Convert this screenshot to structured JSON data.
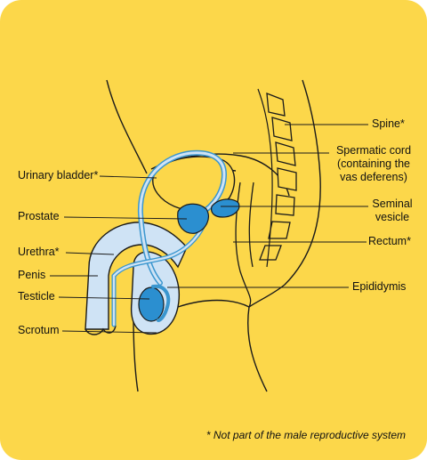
{
  "colors": {
    "background": "#fcd74a",
    "outline": "#1a1a1a",
    "duct_fill": "#cfe3f5",
    "duct_stroke": "#3a96cf",
    "organ_fill": "#2b8fd0"
  },
  "labels": {
    "urinary_bladder": "Urinary bladder*",
    "prostate": "Prostate",
    "urethra": "Urethra*",
    "penis": "Penis",
    "testicle": "Testicle",
    "scrotum": "Scrotum",
    "spine": "Spine*",
    "spermatic_cord_1": "Spermatic cord",
    "spermatic_cord_2": "(containing the",
    "spermatic_cord_3": "vas deferens)",
    "seminal_vesicle_1": "Seminal",
    "seminal_vesicle_2": "vesicle",
    "rectum": "Rectum*",
    "epididymis": "Epididymis"
  },
  "footnote": "* Not part of the male reproductive system"
}
